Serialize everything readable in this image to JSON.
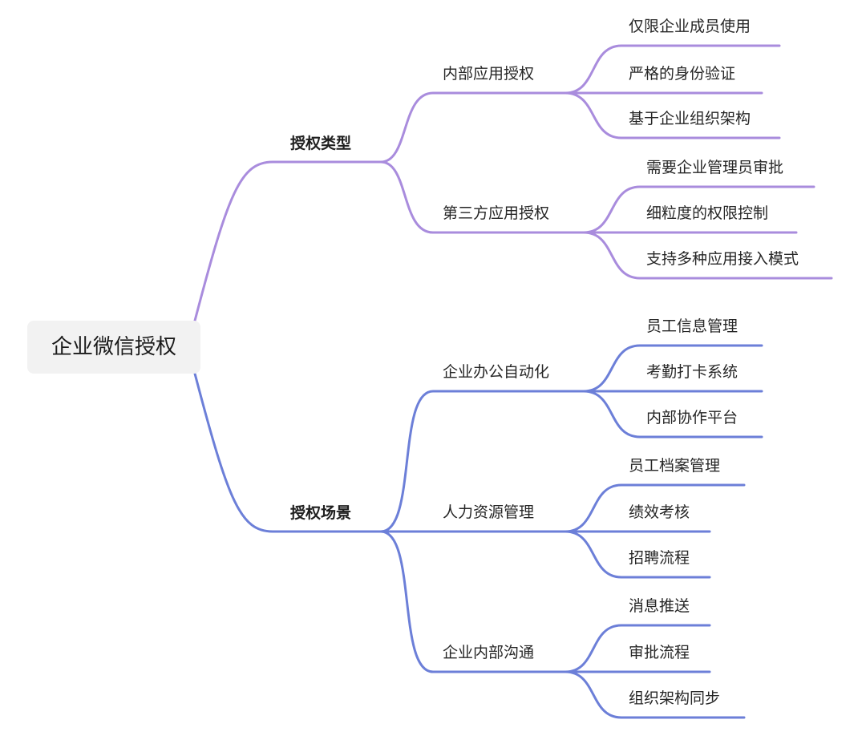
{
  "root": "企业微信授权",
  "colors": {
    "purple": "#A98CDD",
    "blue": "#6C7FD8",
    "root_bg": "#F2F2F2"
  },
  "branches": [
    {
      "label": "授权类型",
      "children": [
        {
          "label": "内部应用授权",
          "children": [
            "仅限企业成员使用",
            "严格的身份验证",
            "基于企业组织架构"
          ]
        },
        {
          "label": "第三方应用授权",
          "children": [
            "需要企业管理员审批",
            "细粒度的权限控制",
            "支持多种应用接入模式"
          ]
        }
      ]
    },
    {
      "label": "授权场景",
      "children": [
        {
          "label": "企业办公自动化",
          "children": [
            "员工信息管理",
            "考勤打卡系统",
            "内部协作平台"
          ]
        },
        {
          "label": "人力资源管理",
          "children": [
            "员工档案管理",
            "绩效考核",
            "招聘流程"
          ]
        },
        {
          "label": "企业内部沟通",
          "children": [
            "消息推送",
            "审批流程",
            "组织架构同步"
          ]
        }
      ]
    }
  ]
}
